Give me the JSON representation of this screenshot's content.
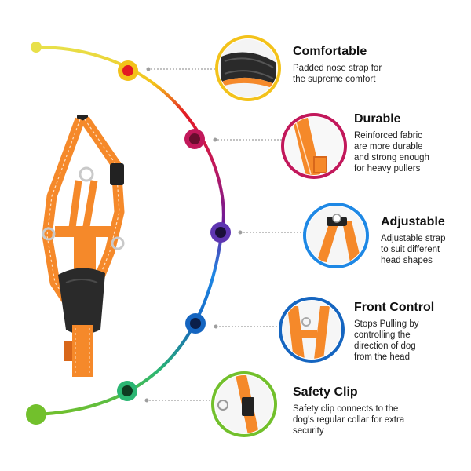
{
  "colors": {
    "arc": [
      "#e8e04a",
      "#f3c21a",
      "#e31b23",
      "#c2185b",
      "#6a1b9a",
      "#1e88e5",
      "#1565c0",
      "#2bb673",
      "#72c02c"
    ],
    "harness": "#f5892a",
    "harness_dark": "#d8671a",
    "padding": "#2a2a2a",
    "leader": "#9e9e9e"
  },
  "features": [
    {
      "title": "Comfortable",
      "description": "Padded nose strap for\nthe supreme comfort",
      "ring_color": "#f3c21a",
      "node_color": "#e31b23"
    },
    {
      "title": "Durable",
      "description": "Reinforced fabric\nare more durable\nand strong enough\nfor heavy pullers",
      "ring_color": "#c2185b",
      "node_color": "#c2185b"
    },
    {
      "title": "Adjustable",
      "description": "Adjustable strap\nto suit different\nhead shapes",
      "ring_color": "#1e88e5",
      "node_color": "#5e35b1"
    },
    {
      "title": "Front Control",
      "description": "Stops Pulling by\ncontrolling the\ndirection of dog\nfrom the head",
      "ring_color": "#1565c0",
      "node_color": "#1565c0"
    },
    {
      "title": "Safety Clip",
      "description": "Safety clip connects to the\ndog's regular collar for extra\nsecurity",
      "ring_color": "#72c02c",
      "node_color": "#2bb673"
    }
  ]
}
